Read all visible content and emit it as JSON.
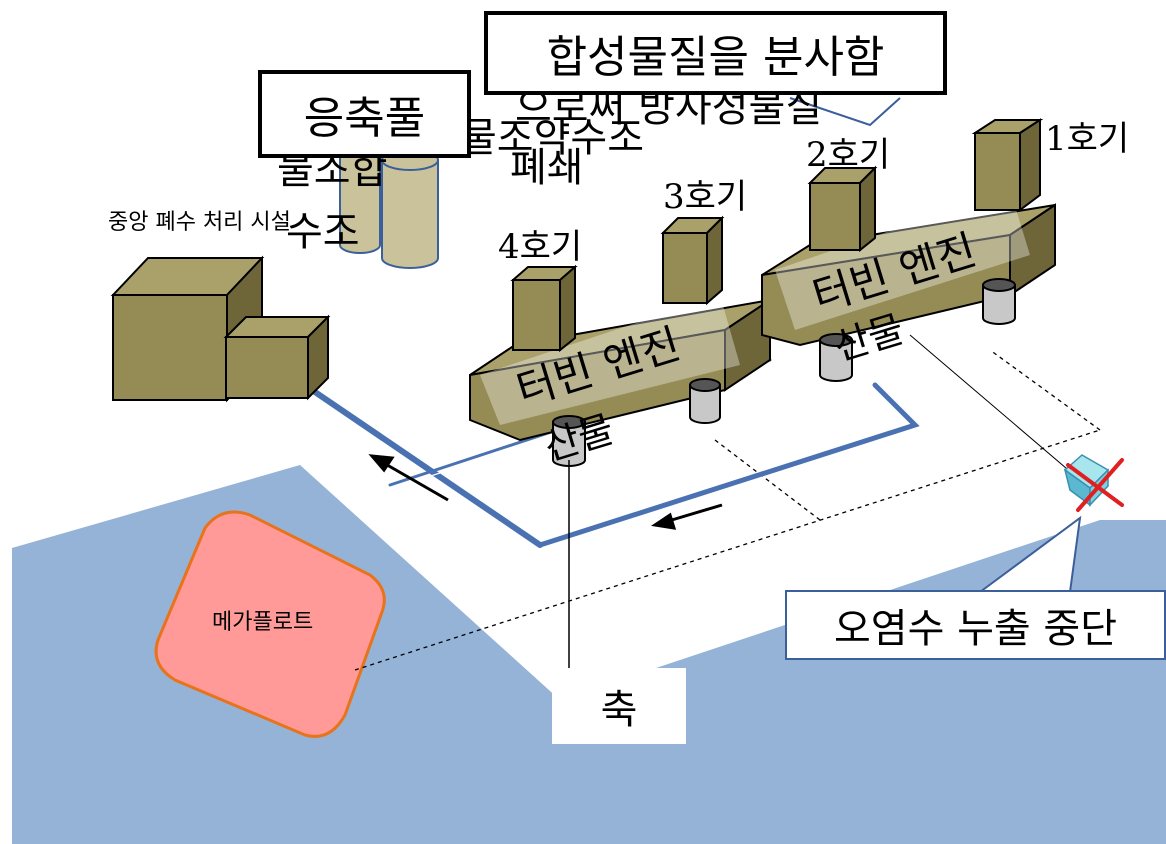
{
  "colors": {
    "sea": "#94b3d7",
    "building": "#958b55",
    "building_dark": "#6e6638",
    "building_light": "#aaa16a",
    "pipe": "#4a72b2",
    "megafloat_fill": "#ff9a98",
    "megafloat_stroke": "#e8731a",
    "cross": "#e02020",
    "tank": "#c8c8c8"
  },
  "labels": {
    "central_facility": "중앙 폐수 처리 시설",
    "tank_text_1": "물조합",
    "tank_text_2": "물조약수조",
    "tank_text_3": "수조",
    "tank_text_4": "폐쇄",
    "overlap_text": "으로써 방사성물질",
    "unit1": "1호기",
    "unit2": "2호기",
    "unit3": "3호기",
    "unit4": "4호기",
    "turbine_left": "터빈 엔진",
    "turbine_right": "터빈 엔진",
    "building_left": "산물",
    "building_right": "산물",
    "megafloat": "메가플로트"
  },
  "callouts": {
    "top_box": "합성물질을 분사함",
    "pool_box": "응축풀",
    "leak_box": "오염수 누출 중단",
    "axis_box": "축"
  },
  "icons": {
    "flow_arrows": "arrow-icon",
    "leak_cross": "cross-icon"
  }
}
